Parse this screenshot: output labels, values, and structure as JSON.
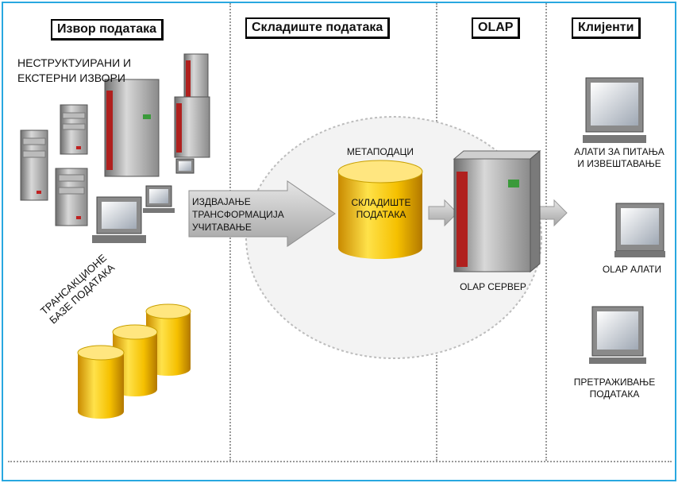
{
  "headers": {
    "sources": "Извор података",
    "warehouse": "Складиште података",
    "olap": "OLAP",
    "clients": "Клијенти"
  },
  "labels": {
    "unstructured_line1": "НЕСТРУКТУИРАНИ И",
    "unstructured_line2": "ЕКСТЕРНИ ИЗВОРИ",
    "etl_line1": "ИЗДВАЈАЊЕ",
    "etl_line2": "ТРАНСФОРМАЦИЈА",
    "etl_line3": "УЧИТАВАЊЕ",
    "metadata": "МЕТАПОДАЦИ",
    "warehouse_line1": "СКЛАДИШТЕ",
    "warehouse_line2": "ПОДАТАКА",
    "olap_server": "OLAP СЕРВЕР",
    "transactional_line1": "ТРАНСАКЦИОНЕ",
    "transactional_line2": "БАЗЕ ПОДАТАКА",
    "query_tools_line1": "АЛАТИ ЗА ПИТАЊА",
    "query_tools_line2": "И ИЗВЕШТАВАЊЕ",
    "olap_tools": "OLAP АЛАТИ",
    "data_mining_line1": "ПРЕТРАЖИВАЊЕ",
    "data_mining_line2": "ПОДАТАКА"
  },
  "colors": {
    "border": "#29a8e0",
    "gold": "#f2c200",
    "server_red": "#b0201e",
    "arrow_gray": "#b9b9b9"
  }
}
